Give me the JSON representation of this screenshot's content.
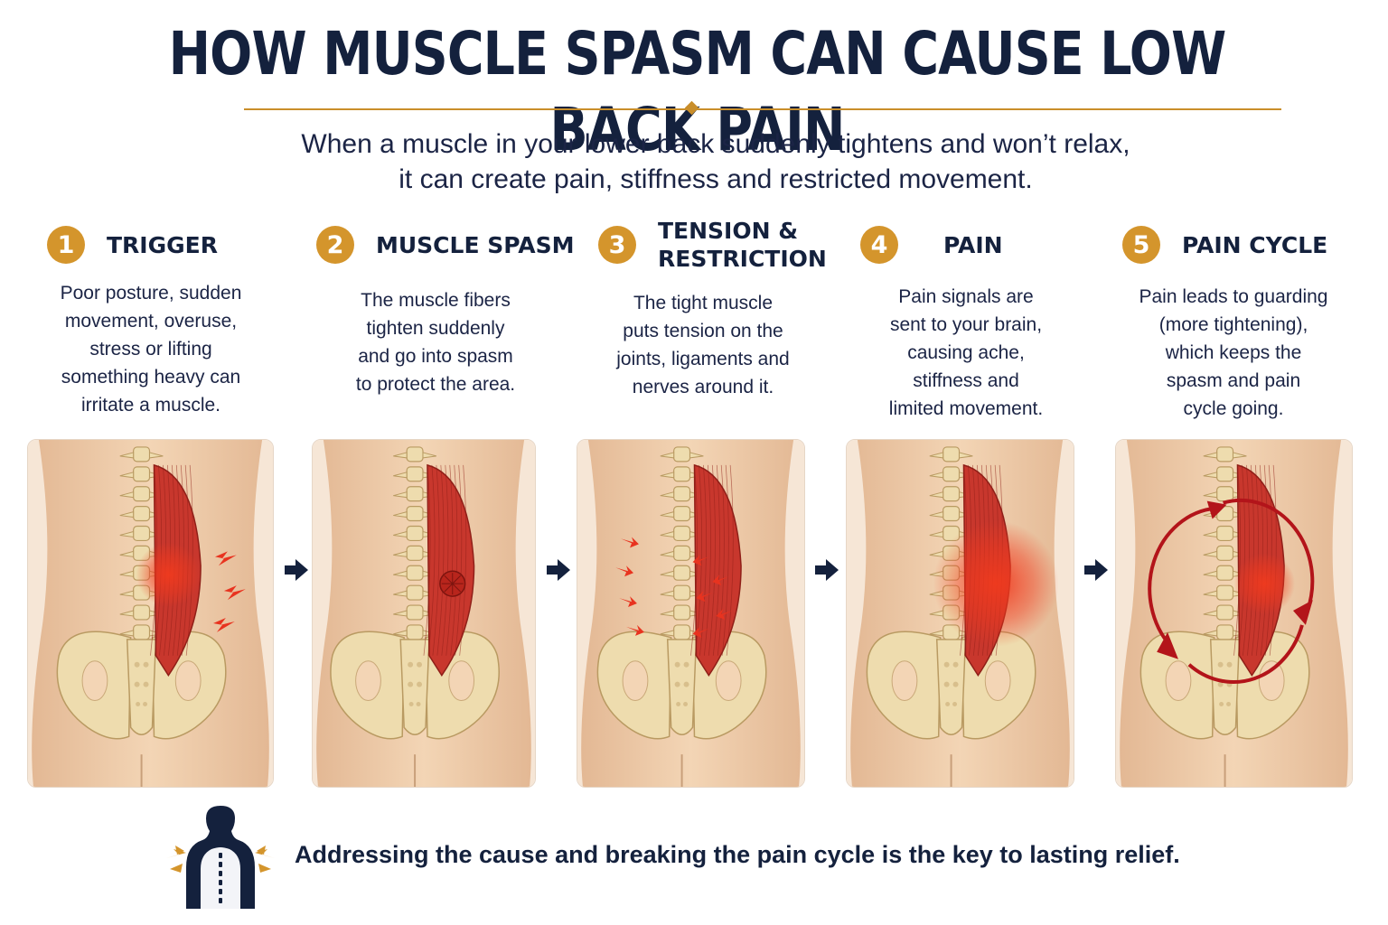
{
  "title": "HOW MUSCLE SPASM CAN CAUSE LOW BACK PAIN",
  "subtitle_line1": "When a muscle in your lower back suddenly tightens and won’t relax,",
  "subtitle_line2": "it can create pain, stiffness and restricted movement.",
  "steps": [
    {
      "number": "1",
      "title_line1": "TRIGGER",
      "title_line2": "",
      "desc": [
        "Poor posture, sudden",
        "movement, overuse,",
        "stress or lifting",
        "something heavy can",
        "irritate a muscle."
      ]
    },
    {
      "number": "2",
      "title_line1": "MUSCLE SPASM",
      "title_line2": "",
      "desc": [
        "The muscle fibers",
        "tighten suddenly",
        "and go into spasm",
        "to protect the area."
      ]
    },
    {
      "number": "3",
      "title_line1": "TENSION &",
      "title_line2": "RESTRICTION",
      "desc": [
        "The tight muscle",
        "puts tension on the",
        "joints, ligaments and",
        "nerves around it."
      ]
    },
    {
      "number": "4",
      "title_line1": "PAIN",
      "title_line2": "",
      "desc": [
        "Pain signals are",
        "sent to your brain,",
        "causing ache,",
        "stiffness and",
        "limited movement."
      ]
    },
    {
      "number": "5",
      "title_line1": "PAIN CYCLE",
      "title_line2": "",
      "desc": [
        "Pain leads to guarding",
        "(more tightening),",
        "which keeps the",
        "spasm and pain",
        "cycle going."
      ]
    }
  ],
  "flow_arrow_icon": "arrow-right-icon",
  "footer_icon": "back-pain-icon",
  "footer_text": "Addressing the cause and breaking the pain cycle is the key to lasting relief.",
  "colors": {
    "navy": "#14213d",
    "gold": "#d4952c",
    "muscle": "#c8372d",
    "pain": "#f03a1e",
    "bone": "#eedcae",
    "skin": "#f3d5b5"
  }
}
